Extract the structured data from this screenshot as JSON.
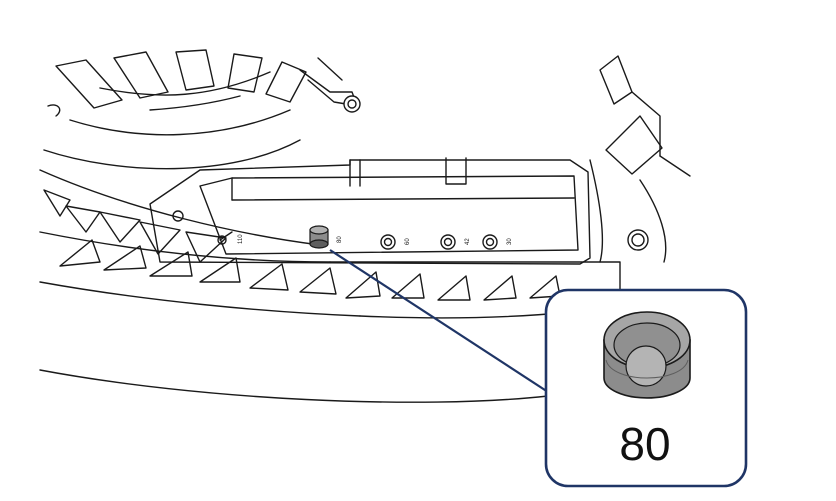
{
  "colors": {
    "line": "#1a1a1a",
    "callout_border": "#1f3566",
    "leader": "#1f3566",
    "screw_fill": "#8c8c8c",
    "screw_dark": "#5e5e5e"
  },
  "icons": {
    "standoff": "m2-standoff-icon"
  },
  "slots": [
    {
      "label": "110",
      "has_standoff": false
    },
    {
      "label": "80",
      "has_standoff": true
    },
    {
      "label": "60",
      "has_standoff": false
    },
    {
      "label": "42",
      "has_standoff": false
    },
    {
      "label": "30",
      "has_standoff": false
    }
  ],
  "callout": {
    "value": "80"
  }
}
